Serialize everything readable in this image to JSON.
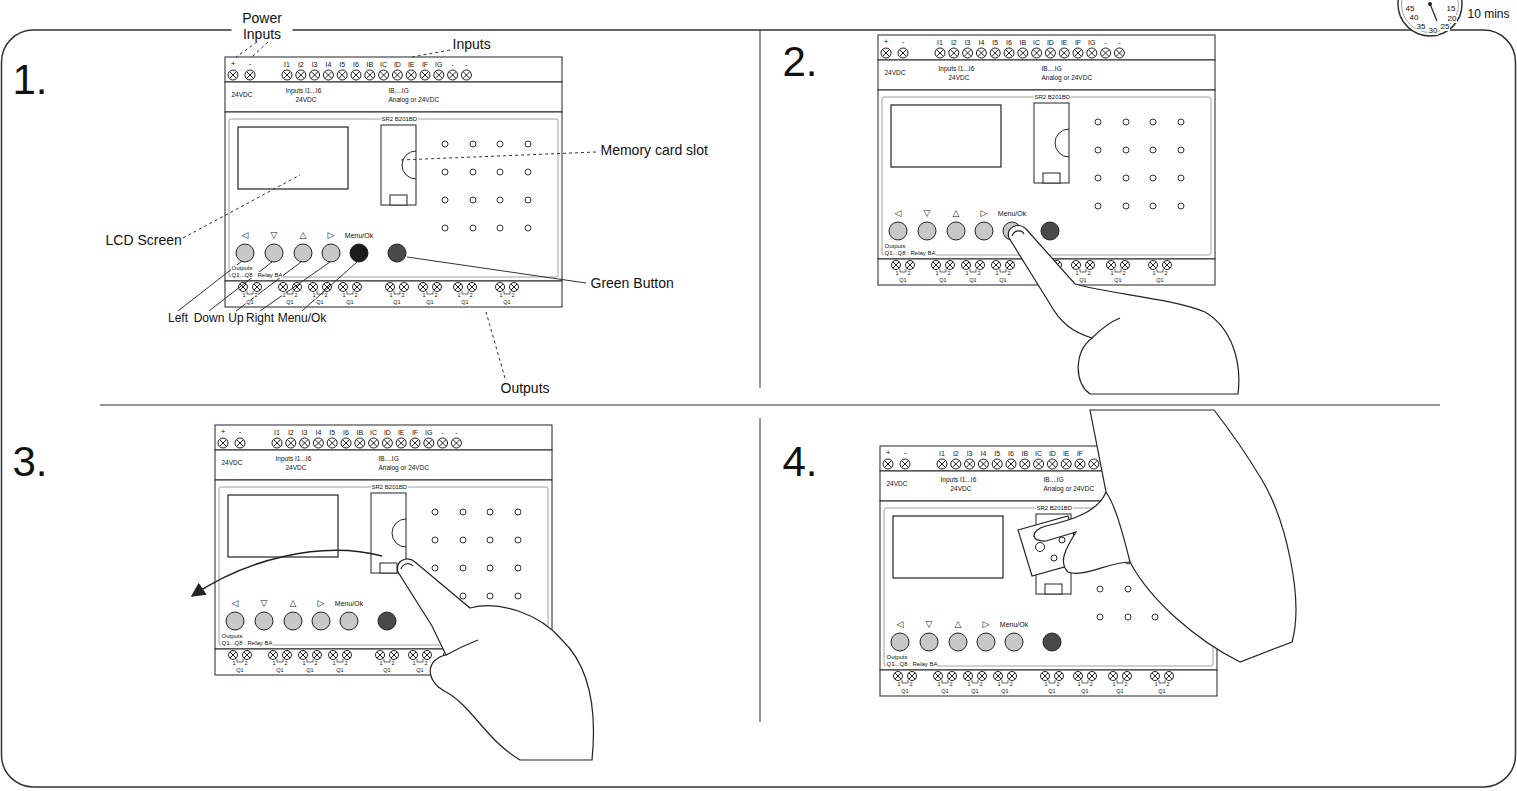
{
  "diagram": {
    "nodes": [
      {
        "text": [
          "+",
          "-",
          "I1",
          "I2",
          "I3",
          "I4",
          "I5",
          "I6",
          "IB",
          "IC",
          "ID",
          "IE",
          "IF",
          "IG",
          "-",
          "-",
          "24VDC",
          "Inputs I1...I6",
          "24VDC",
          "IB....IG",
          "Analog or 24VDC",
          "SR2 B201BD",
          "◁",
          "▽",
          "△",
          "▷",
          "Menu/Ok",
          "Outputs",
          "Q1...Q8 : Relay BA",
          "1",
          "2",
          "Q1",
          "1",
          "2",
          "Q1",
          "1",
          "2",
          "Q1",
          "1",
          "2",
          "Q1",
          "1",
          "2",
          "Q1",
          "1",
          "2",
          "Q1",
          "1",
          "2",
          "Q1",
          "1",
          "2",
          "Q1"
        ]
      },
      {
        "text": [
          "+",
          "-",
          "I1",
          "I2",
          "I3",
          "I4",
          "I5",
          "I6",
          "IB",
          "IC",
          "ID",
          "IE",
          "IF",
          "IG",
          "-",
          "-",
          "24VDC",
          "Inputs I1...I6",
          "24VDC",
          "IB....IG",
          "Analog or 24VDC",
          "SR2 B201BD",
          "◁",
          "▽",
          "△",
          "▷",
          "Menu/Ok",
          "Outputs",
          "Q1...Q8 : Relay BA",
          "1",
          "2",
          "Q1",
          "1",
          "2",
          "Q1",
          "1",
          "2",
          "Q1",
          "1",
          "2",
          "Q1",
          "1",
          "2",
          "Q1",
          "1",
          "2",
          "Q1",
          "1",
          "2",
          "Q1"
        ]
      },
      {
        "text": [
          "+",
          "-",
          "I1",
          "I2",
          "I3",
          "I4",
          "I5",
          "I6",
          "IB",
          "IC",
          "ID",
          "IE",
          "IF",
          "IG",
          "-",
          "-",
          "24VDC",
          "Inputs I1...I6",
          "24VDC",
          "IB....IG",
          "Analog or 24VDC",
          "SR2 B201BD",
          "◁",
          "▽",
          "△",
          "▷",
          "Menu/Ok",
          "Outputs",
          "Q1...Q8 : Relay BA",
          "1",
          "2",
          "Q1",
          "1",
          "2",
          "Q1",
          "1",
          "2",
          "Q1",
          "1",
          "2",
          "Q1",
          "1",
          "2",
          "Q1",
          "1",
          "2",
          "Q1"
        ]
      },
      {
        "text": [
          "+",
          "-",
          "I1",
          "I2",
          "I3",
          "I4",
          "I5",
          "I6",
          "IB",
          "IC",
          "ID",
          "IE",
          "IF",
          "24VDC",
          "Inputs I1...I6",
          "24VDC",
          "IB....IG",
          "Analog or 24VDC",
          "SR2 B201BD",
          "◁",
          "▽",
          "△",
          "▷",
          "Menu/Ok",
          "Outputs",
          "Q1...Q8 : Relay BA",
          "1",
          "2",
          "Q1",
          "1",
          "2",
          "Q1",
          "1",
          "2",
          "Q1",
          "1",
          "2",
          "Q1",
          "1",
          "2",
          "Q1",
          "1",
          "2",
          "Q1",
          "1",
          "2",
          "Q1",
          "1",
          "2",
          "Q1"
        ]
      }
    ],
    "labels": [
      "1.",
      "Power Inputs",
      "Inputs",
      "2.",
      "Memory card slot",
      "LCD Screen",
      "Green Button",
      "Left",
      "Down",
      "Up",
      "Right",
      "Menu/Ok",
      "Outputs",
      "3.",
      "4.",
      "45",
      "15",
      "40",
      "20",
      "35",
      "30",
      "25",
      "10 mins"
    ]
  }
}
